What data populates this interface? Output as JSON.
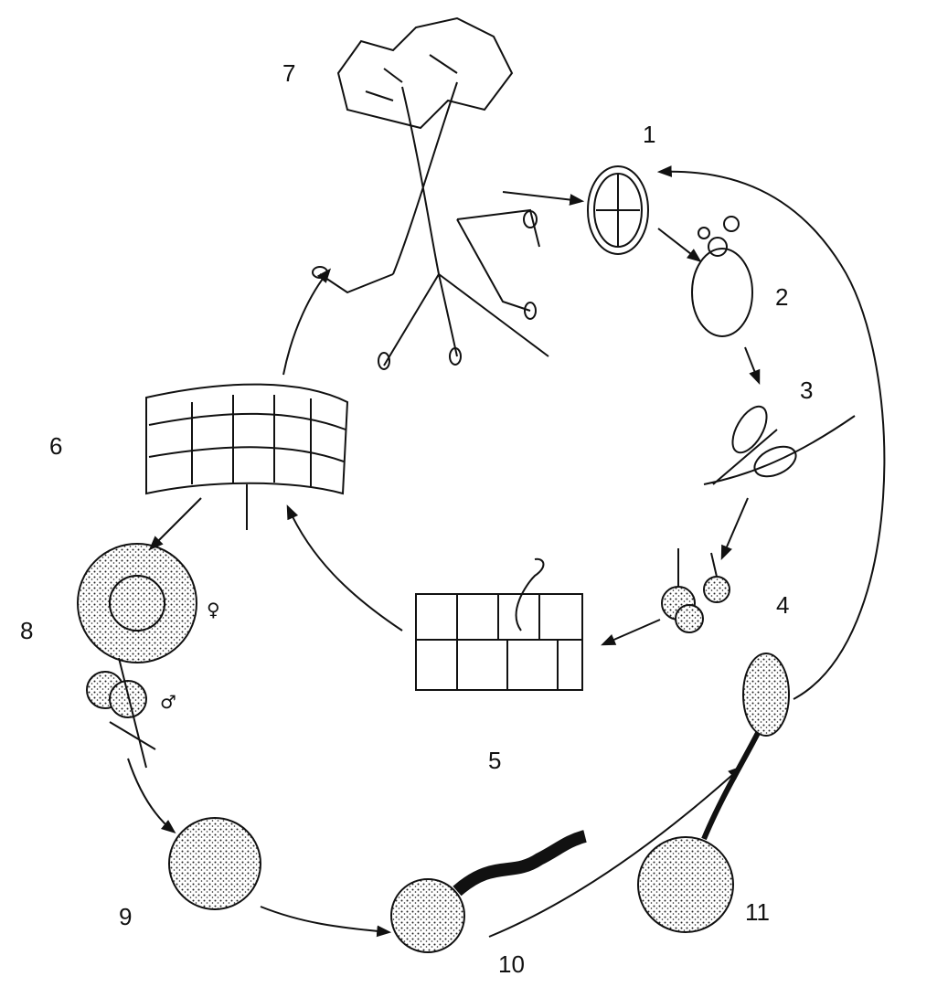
{
  "labels": {
    "s1": "1",
    "s2": "2",
    "s3": "3",
    "s4": "4",
    "s5": "5",
    "s6": "6",
    "s7": "7",
    "s8": "8",
    "s9": "9",
    "s10": "10",
    "s11": "11"
  },
  "symbols": {
    "female": "♀",
    "male": "♂"
  },
  "colors": {
    "ink": "#111111",
    "background": "#ffffff"
  }
}
